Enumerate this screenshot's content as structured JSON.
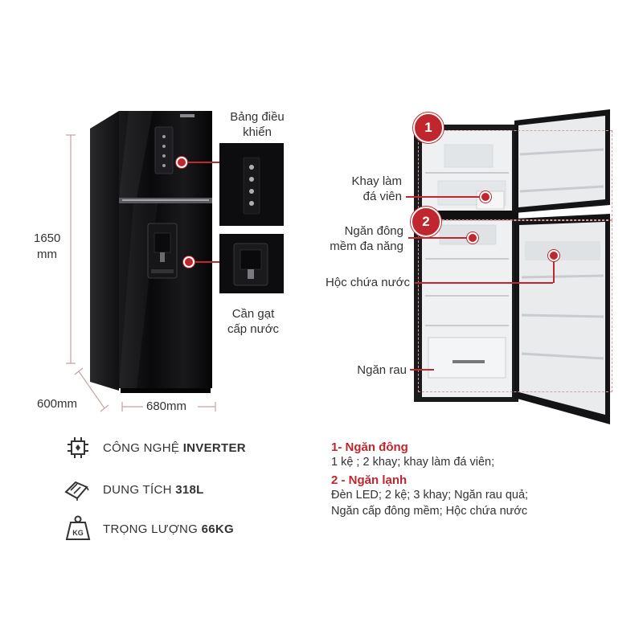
{
  "dimensions": {
    "height": "1650",
    "height_unit": "mm",
    "depth": "600mm",
    "width": "680mm"
  },
  "left_callouts": {
    "control_panel": [
      "Bảng điều",
      "khiển"
    ],
    "water_lever": [
      "Cần gạt",
      "cấp nước"
    ]
  },
  "right_callouts": {
    "ice_tray": [
      "Khay làm",
      "đá viên"
    ],
    "soft_freeze": [
      "Ngăn đông",
      "mềm đa năng"
    ],
    "water_tank": "Hộc chứa nước",
    "veg_drawer": "Ngăn rau"
  },
  "badges": [
    "1",
    "2"
  ],
  "specs": [
    {
      "icon": "inverter-chip-icon",
      "label": "CÔNG NGHỆ",
      "value": "INVERTER"
    },
    {
      "icon": "capacity-icon",
      "label": "DUNG TÍCH",
      "value": "318L"
    },
    {
      "icon": "weight-kg-icon",
      "label": "TRỌNG LƯỢNG",
      "value": "66KG"
    }
  ],
  "details": {
    "freezer_title": "1- Ngăn đông",
    "freezer_text": "1 kệ ; 2 khay; khay làm đá viên;",
    "fridge_title": "2 - Ngăn lạnh",
    "fridge_text_1": "Đèn LED; 2 kệ; 3 khay; Ngăn rau quả;",
    "fridge_text_2": "Ngăn cấp đông mềm; Hộc chứa nước"
  },
  "colors": {
    "accent": "#c0262d",
    "fridge_body": "#0c0c0e",
    "interior": "#eef0f2"
  }
}
